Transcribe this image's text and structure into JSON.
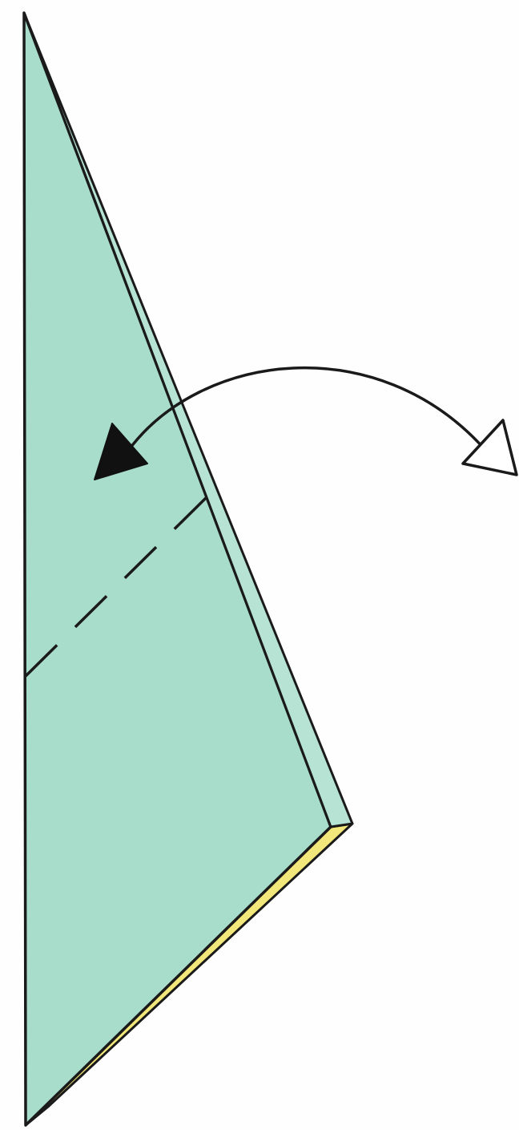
{
  "diagram": {
    "kind": "origami-fold-step",
    "colors": {
      "paper_front": "#a8dccb",
      "paper_front_light": "#b6e3d4",
      "paper_back": "#f2e77a",
      "outline": "#1a1a1a",
      "background": "#fefefe",
      "arrow_hollow_fill": "#ffffff",
      "arrow_solid_fill": "#111111"
    },
    "fold_line": "valley-fold",
    "fold_arrow": "fold-and-unfold",
    "icons": {
      "fold_arrow_head_solid": "triangle-filled",
      "unfold_arrow_head_hollow": "triangle-outline"
    }
  }
}
